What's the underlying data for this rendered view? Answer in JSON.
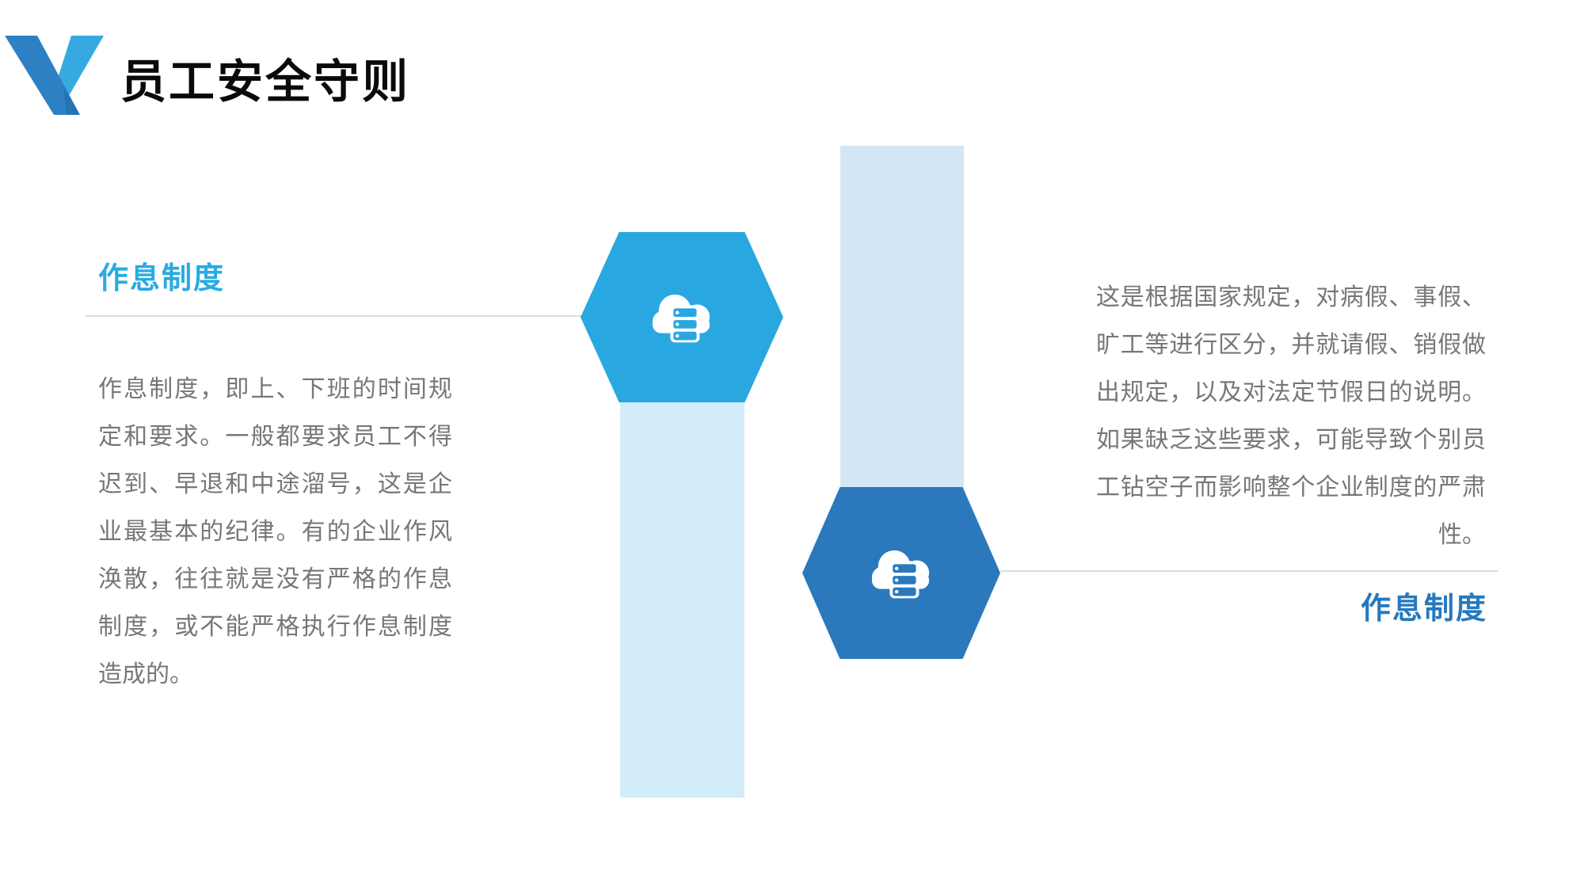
{
  "slide": {
    "title": "员工安全守则",
    "logo": {
      "icon": "v-logo",
      "color_left_stroke": "#2E80C4",
      "color_right_stroke": "#36A9E1"
    },
    "left_section": {
      "heading": "作息制度",
      "heading_color": "#29ABE2",
      "body": "作息制度，即上、下班的时间规定和要求。一般都要求员工不得迟到、早退和中途溜号，这是企业最基本的纪律。有的企业作风涣散，往往就是没有严格的作息制度，或不能严格执行作息制度造成的。"
    },
    "right_section": {
      "heading": "作息制度",
      "heading_color": "#2679BE",
      "body": "这是根据国家规定，对病假、事假、旷工等进行区分，并就请假、销假做出规定，以及对法定节假日的说明。如果缺乏这些要求，可能导致个别员工钻空子而影响整个企业制度的严肃性。"
    },
    "diagram": {
      "hexagons": [
        {
          "icon": "cloud-server-icon",
          "color": "#29A7E0",
          "bar_color": "#D2EDF9"
        },
        {
          "icon": "cloud-server-icon",
          "color": "#2B79BC",
          "bar_color": "#D3E6F5"
        }
      ],
      "connector_color": "#dcdcdc"
    }
  }
}
